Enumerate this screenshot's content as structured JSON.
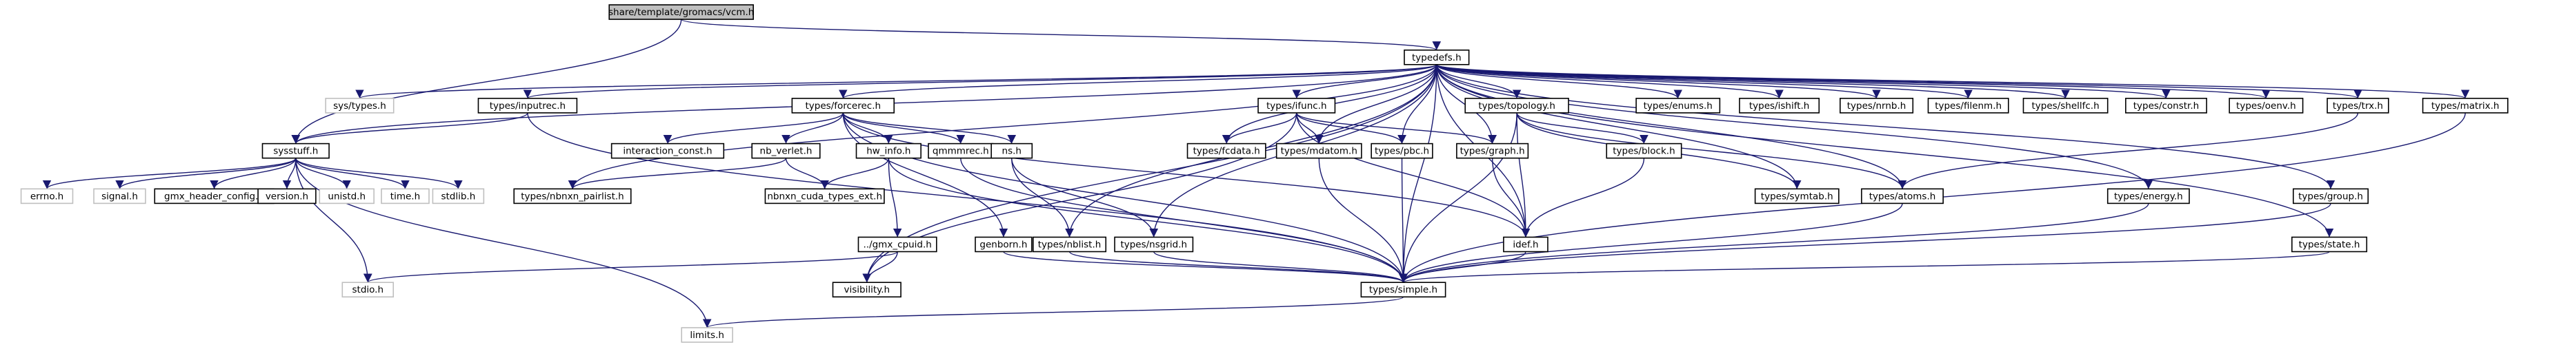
{
  "graph": {
    "title": "",
    "colors": {
      "edge": "#191970",
      "node_border": "#000000",
      "root_fill": "#bfbfbf",
      "missing_border": "#bfbfbf"
    },
    "nodes": [
      {
        "id": "vcm",
        "label": "share/template/gromacs/vcm.h",
        "kind": "root"
      },
      {
        "id": "typedefs",
        "label": "typedefs.h",
        "kind": "normal"
      },
      {
        "id": "sysstuff",
        "label": "sysstuff.h",
        "kind": "normal"
      },
      {
        "id": "systypes",
        "label": "sys/types.h",
        "kind": "missing"
      },
      {
        "id": "inputrec",
        "label": "types/inputrec.h",
        "kind": "normal"
      },
      {
        "id": "forcerec",
        "label": "types/forcerec.h",
        "kind": "normal"
      },
      {
        "id": "ifunc",
        "label": "types/ifunc.h",
        "kind": "normal"
      },
      {
        "id": "topology",
        "label": "types/topology.h",
        "kind": "normal"
      },
      {
        "id": "enums",
        "label": "types/enums.h",
        "kind": "normal"
      },
      {
        "id": "ishift",
        "label": "types/ishift.h",
        "kind": "normal"
      },
      {
        "id": "nrnb",
        "label": "types/nrnb.h",
        "kind": "normal"
      },
      {
        "id": "filenm",
        "label": "types/filenm.h",
        "kind": "normal"
      },
      {
        "id": "shellfc",
        "label": "types/shellfc.h",
        "kind": "normal"
      },
      {
        "id": "constr",
        "label": "types/constr.h",
        "kind": "normal"
      },
      {
        "id": "oenv",
        "label": "types/oenv.h",
        "kind": "normal"
      },
      {
        "id": "trx",
        "label": "types/trx.h",
        "kind": "normal"
      },
      {
        "id": "matrix",
        "label": "types/matrix.h",
        "kind": "normal"
      },
      {
        "id": "errno",
        "label": "errno.h",
        "kind": "missing"
      },
      {
        "id": "signal",
        "label": "signal.h",
        "kind": "missing"
      },
      {
        "id": "gmxheader",
        "label": "gmx_header_config.h",
        "kind": "normal"
      },
      {
        "id": "version",
        "label": "version.h",
        "kind": "normal"
      },
      {
        "id": "unistd",
        "label": "unistd.h",
        "kind": "missing"
      },
      {
        "id": "time",
        "label": "time.h",
        "kind": "missing"
      },
      {
        "id": "stdlib",
        "label": "stdlib.h",
        "kind": "missing"
      },
      {
        "id": "interaction",
        "label": "interaction_const.h",
        "kind": "normal"
      },
      {
        "id": "nbverlet",
        "label": "nb_verlet.h",
        "kind": "normal"
      },
      {
        "id": "hwinfo",
        "label": "hw_info.h",
        "kind": "normal"
      },
      {
        "id": "qmmmrec",
        "label": "qmmmrec.h",
        "kind": "normal"
      },
      {
        "id": "ns",
        "label": "ns.h",
        "kind": "normal"
      },
      {
        "id": "fcdata",
        "label": "types/fcdata.h",
        "kind": "normal"
      },
      {
        "id": "mdatom",
        "label": "types/mdatom.h",
        "kind": "normal"
      },
      {
        "id": "pbc",
        "label": "types/pbc.h",
        "kind": "normal"
      },
      {
        "id": "tgraph",
        "label": "types/graph.h",
        "kind": "normal"
      },
      {
        "id": "block",
        "label": "types/block.h",
        "kind": "normal"
      },
      {
        "id": "symtab",
        "label": "types/symtab.h",
        "kind": "normal"
      },
      {
        "id": "atoms",
        "label": "types/atoms.h",
        "kind": "normal"
      },
      {
        "id": "energy",
        "label": "types/energy.h",
        "kind": "normal"
      },
      {
        "id": "group",
        "label": "types/group.h",
        "kind": "normal"
      },
      {
        "id": "nbnxnpairlist",
        "label": "types/nbnxn_pairlist.h",
        "kind": "normal"
      },
      {
        "id": "nbnxncuda",
        "label": "nbnxn_cuda_types_ext.h",
        "kind": "normal"
      },
      {
        "id": "gmxcpuid",
        "label": "../gmx_cpuid.h",
        "kind": "normal"
      },
      {
        "id": "genborn",
        "label": "genborn.h",
        "kind": "normal"
      },
      {
        "id": "nblist",
        "label": "types/nblist.h",
        "kind": "normal"
      },
      {
        "id": "nsgrid",
        "label": "types/nsgrid.h",
        "kind": "normal"
      },
      {
        "id": "idef",
        "label": "idef.h",
        "kind": "normal"
      },
      {
        "id": "state",
        "label": "types/state.h",
        "kind": "normal"
      },
      {
        "id": "stdio",
        "label": "stdio.h",
        "kind": "missing"
      },
      {
        "id": "visibility",
        "label": "visibility.h",
        "kind": "normal"
      },
      {
        "id": "simple",
        "label": "types/simple.h",
        "kind": "normal"
      },
      {
        "id": "limits",
        "label": "limits.h",
        "kind": "missing"
      }
    ],
    "edges": [
      [
        "vcm",
        "typedefs"
      ],
      [
        "vcm",
        "sysstuff"
      ],
      [
        "typedefs",
        "systypes"
      ],
      [
        "typedefs",
        "sysstuff"
      ],
      [
        "typedefs",
        "inputrec"
      ],
      [
        "typedefs",
        "forcerec"
      ],
      [
        "typedefs",
        "ifunc"
      ],
      [
        "typedefs",
        "topology"
      ],
      [
        "typedefs",
        "enums"
      ],
      [
        "typedefs",
        "ishift"
      ],
      [
        "typedefs",
        "nrnb"
      ],
      [
        "typedefs",
        "filenm"
      ],
      [
        "typedefs",
        "shellfc"
      ],
      [
        "typedefs",
        "constr"
      ],
      [
        "typedefs",
        "oenv"
      ],
      [
        "typedefs",
        "trx"
      ],
      [
        "typedefs",
        "matrix"
      ],
      [
        "typedefs",
        "energy"
      ],
      [
        "typedefs",
        "group"
      ],
      [
        "typedefs",
        "fcdata"
      ],
      [
        "typedefs",
        "mdatom"
      ],
      [
        "typedefs",
        "pbc"
      ],
      [
        "typedefs",
        "tgraph"
      ],
      [
        "typedefs",
        "atoms"
      ],
      [
        "typedefs",
        "symtab"
      ],
      [
        "typedefs",
        "idef"
      ],
      [
        "typedefs",
        "nblist"
      ],
      [
        "typedefs",
        "nsgrid"
      ],
      [
        "typedefs",
        "nbnxnpairlist"
      ],
      [
        "typedefs",
        "simple"
      ],
      [
        "typedefs",
        "visibility"
      ],
      [
        "typedefs",
        "state"
      ],
      [
        "inputrec",
        "sysstuff"
      ],
      [
        "inputrec",
        "simple"
      ],
      [
        "sysstuff",
        "errno"
      ],
      [
        "sysstuff",
        "signal"
      ],
      [
        "sysstuff",
        "gmxheader"
      ],
      [
        "sysstuff",
        "version"
      ],
      [
        "sysstuff",
        "unistd"
      ],
      [
        "sysstuff",
        "time"
      ],
      [
        "sysstuff",
        "stdlib"
      ],
      [
        "sysstuff",
        "stdio"
      ],
      [
        "sysstuff",
        "limits"
      ],
      [
        "forcerec",
        "interaction"
      ],
      [
        "forcerec",
        "nbverlet"
      ],
      [
        "forcerec",
        "hwinfo"
      ],
      [
        "forcerec",
        "qmmmrec"
      ],
      [
        "forcerec",
        "ns"
      ],
      [
        "forcerec",
        "genborn"
      ],
      [
        "forcerec",
        "idef"
      ],
      [
        "forcerec",
        "simple"
      ],
      [
        "nbverlet",
        "nbnxnpairlist"
      ],
      [
        "nbverlet",
        "nbnxncuda"
      ],
      [
        "hwinfo",
        "nbnxncuda"
      ],
      [
        "hwinfo",
        "gmxcpuid"
      ],
      [
        "hwinfo",
        "simple"
      ],
      [
        "gmxcpuid",
        "visibility"
      ],
      [
        "gmxcpuid",
        "stdio"
      ],
      [
        "ns",
        "nblist"
      ],
      [
        "ns",
        "nsgrid"
      ],
      [
        "qmmmrec",
        "simple"
      ],
      [
        "genborn",
        "simple"
      ],
      [
        "ifunc",
        "fcdata"
      ],
      [
        "ifunc",
        "mdatom"
      ],
      [
        "ifunc",
        "pbc"
      ],
      [
        "ifunc",
        "tgraph"
      ],
      [
        "ifunc",
        "idef"
      ],
      [
        "ifunc",
        "visibility"
      ],
      [
        "topology",
        "block"
      ],
      [
        "topology",
        "symtab"
      ],
      [
        "topology",
        "atoms"
      ],
      [
        "topology",
        "idef"
      ],
      [
        "topology",
        "simple"
      ],
      [
        "block",
        "idef"
      ],
      [
        "tgraph",
        "idef"
      ],
      [
        "pbc",
        "simple"
      ],
      [
        "mdatom",
        "simple"
      ],
      [
        "nblist",
        "simple"
      ],
      [
        "nsgrid",
        "simple"
      ],
      [
        "idef",
        "simple"
      ],
      [
        "atoms",
        "simple"
      ],
      [
        "trx",
        "atoms"
      ],
      [
        "energy",
        "simple"
      ],
      [
        "group",
        "simple"
      ],
      [
        "state",
        "simple"
      ],
      [
        "matrix",
        "simple"
      ],
      [
        "simple",
        "limits"
      ]
    ]
  }
}
